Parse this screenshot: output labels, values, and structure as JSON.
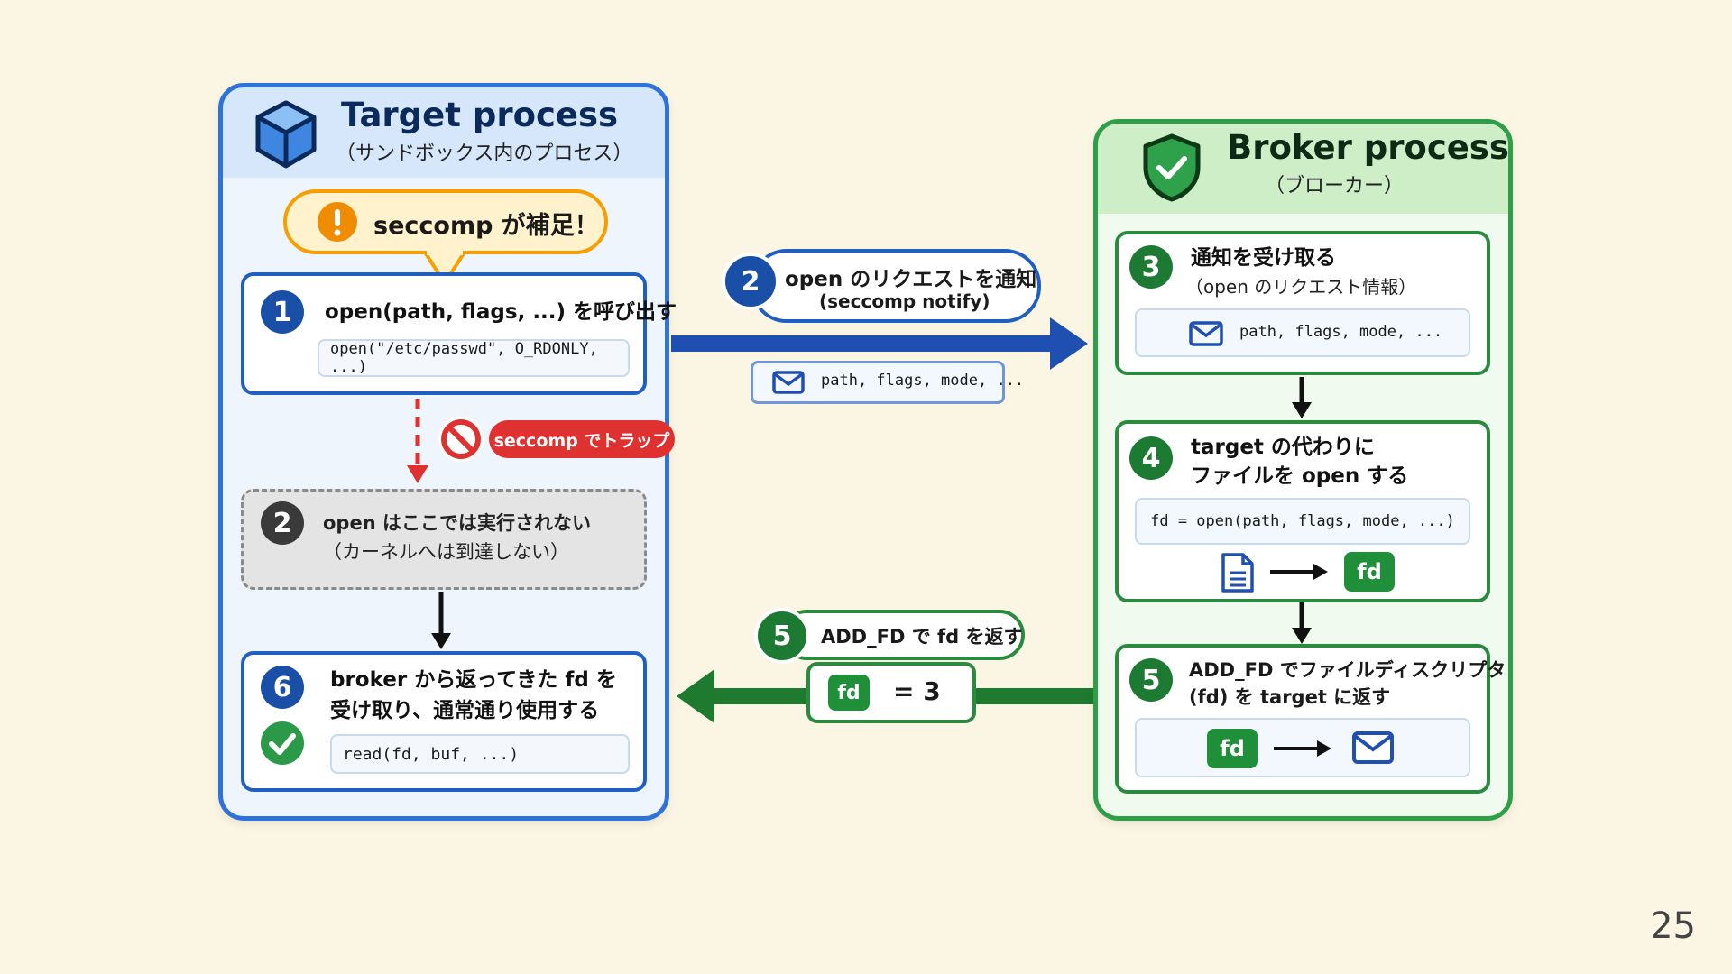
{
  "target": {
    "title": "Target process",
    "subtitle": "（サンドボックス内のプロセス）",
    "alert": "seccomp が補足！",
    "step1": {
      "num": "1",
      "text": "open(path, flags, ...) を呼び出す",
      "code": "open(\"/etc/passwd\", O_RDONLY, ...)"
    },
    "trap_label": "seccomp でトラップ",
    "step2": {
      "num": "2",
      "line1": "open はここでは実行されない",
      "line2": "（カーネルへは到達しない）"
    },
    "step6": {
      "num": "6",
      "line1": "broker から返ってきた fd を",
      "line2": "受け取り、通常通り使用する",
      "code": "read(fd, buf, ...)"
    }
  },
  "broker": {
    "title": "Broker process",
    "subtitle": "（ブローカー）",
    "step3": {
      "num": "3",
      "line1": "通知を受け取る",
      "line2": "（open のリクエスト情報）",
      "code": "path, flags, mode, ..."
    },
    "step4": {
      "num": "4",
      "line1": "target の代わりに",
      "line2": "ファイルを open する",
      "code": "fd = open(path, flags, mode, ...)",
      "fd": "fd"
    },
    "step5": {
      "num": "5",
      "line1": "ADD_FD でファイルディスクリプタ",
      "line2": "(fd) を target に返す",
      "fd": "fd"
    }
  },
  "middle": {
    "notify": {
      "num": "2",
      "line1": "open のリクエストを通知",
      "line2": "(seccomp notify)",
      "payload": "path, flags, mode, ..."
    },
    "return": {
      "num": "5",
      "label": "ADD_FD で fd を返す",
      "fd": "fd",
      "eq": "= 3"
    }
  },
  "page_number": "25",
  "colors": {
    "blue": "#1f5fc2",
    "green": "#2a8a3e",
    "red": "#e03131",
    "orange": "#f59f00",
    "background": "#fbf6e3"
  },
  "icons": [
    "cube-icon",
    "shield-check-icon",
    "alert-icon",
    "no-entry-icon",
    "mail-icon",
    "document-icon",
    "check-icon",
    "arrow-right-icon",
    "arrow-left-icon"
  ]
}
